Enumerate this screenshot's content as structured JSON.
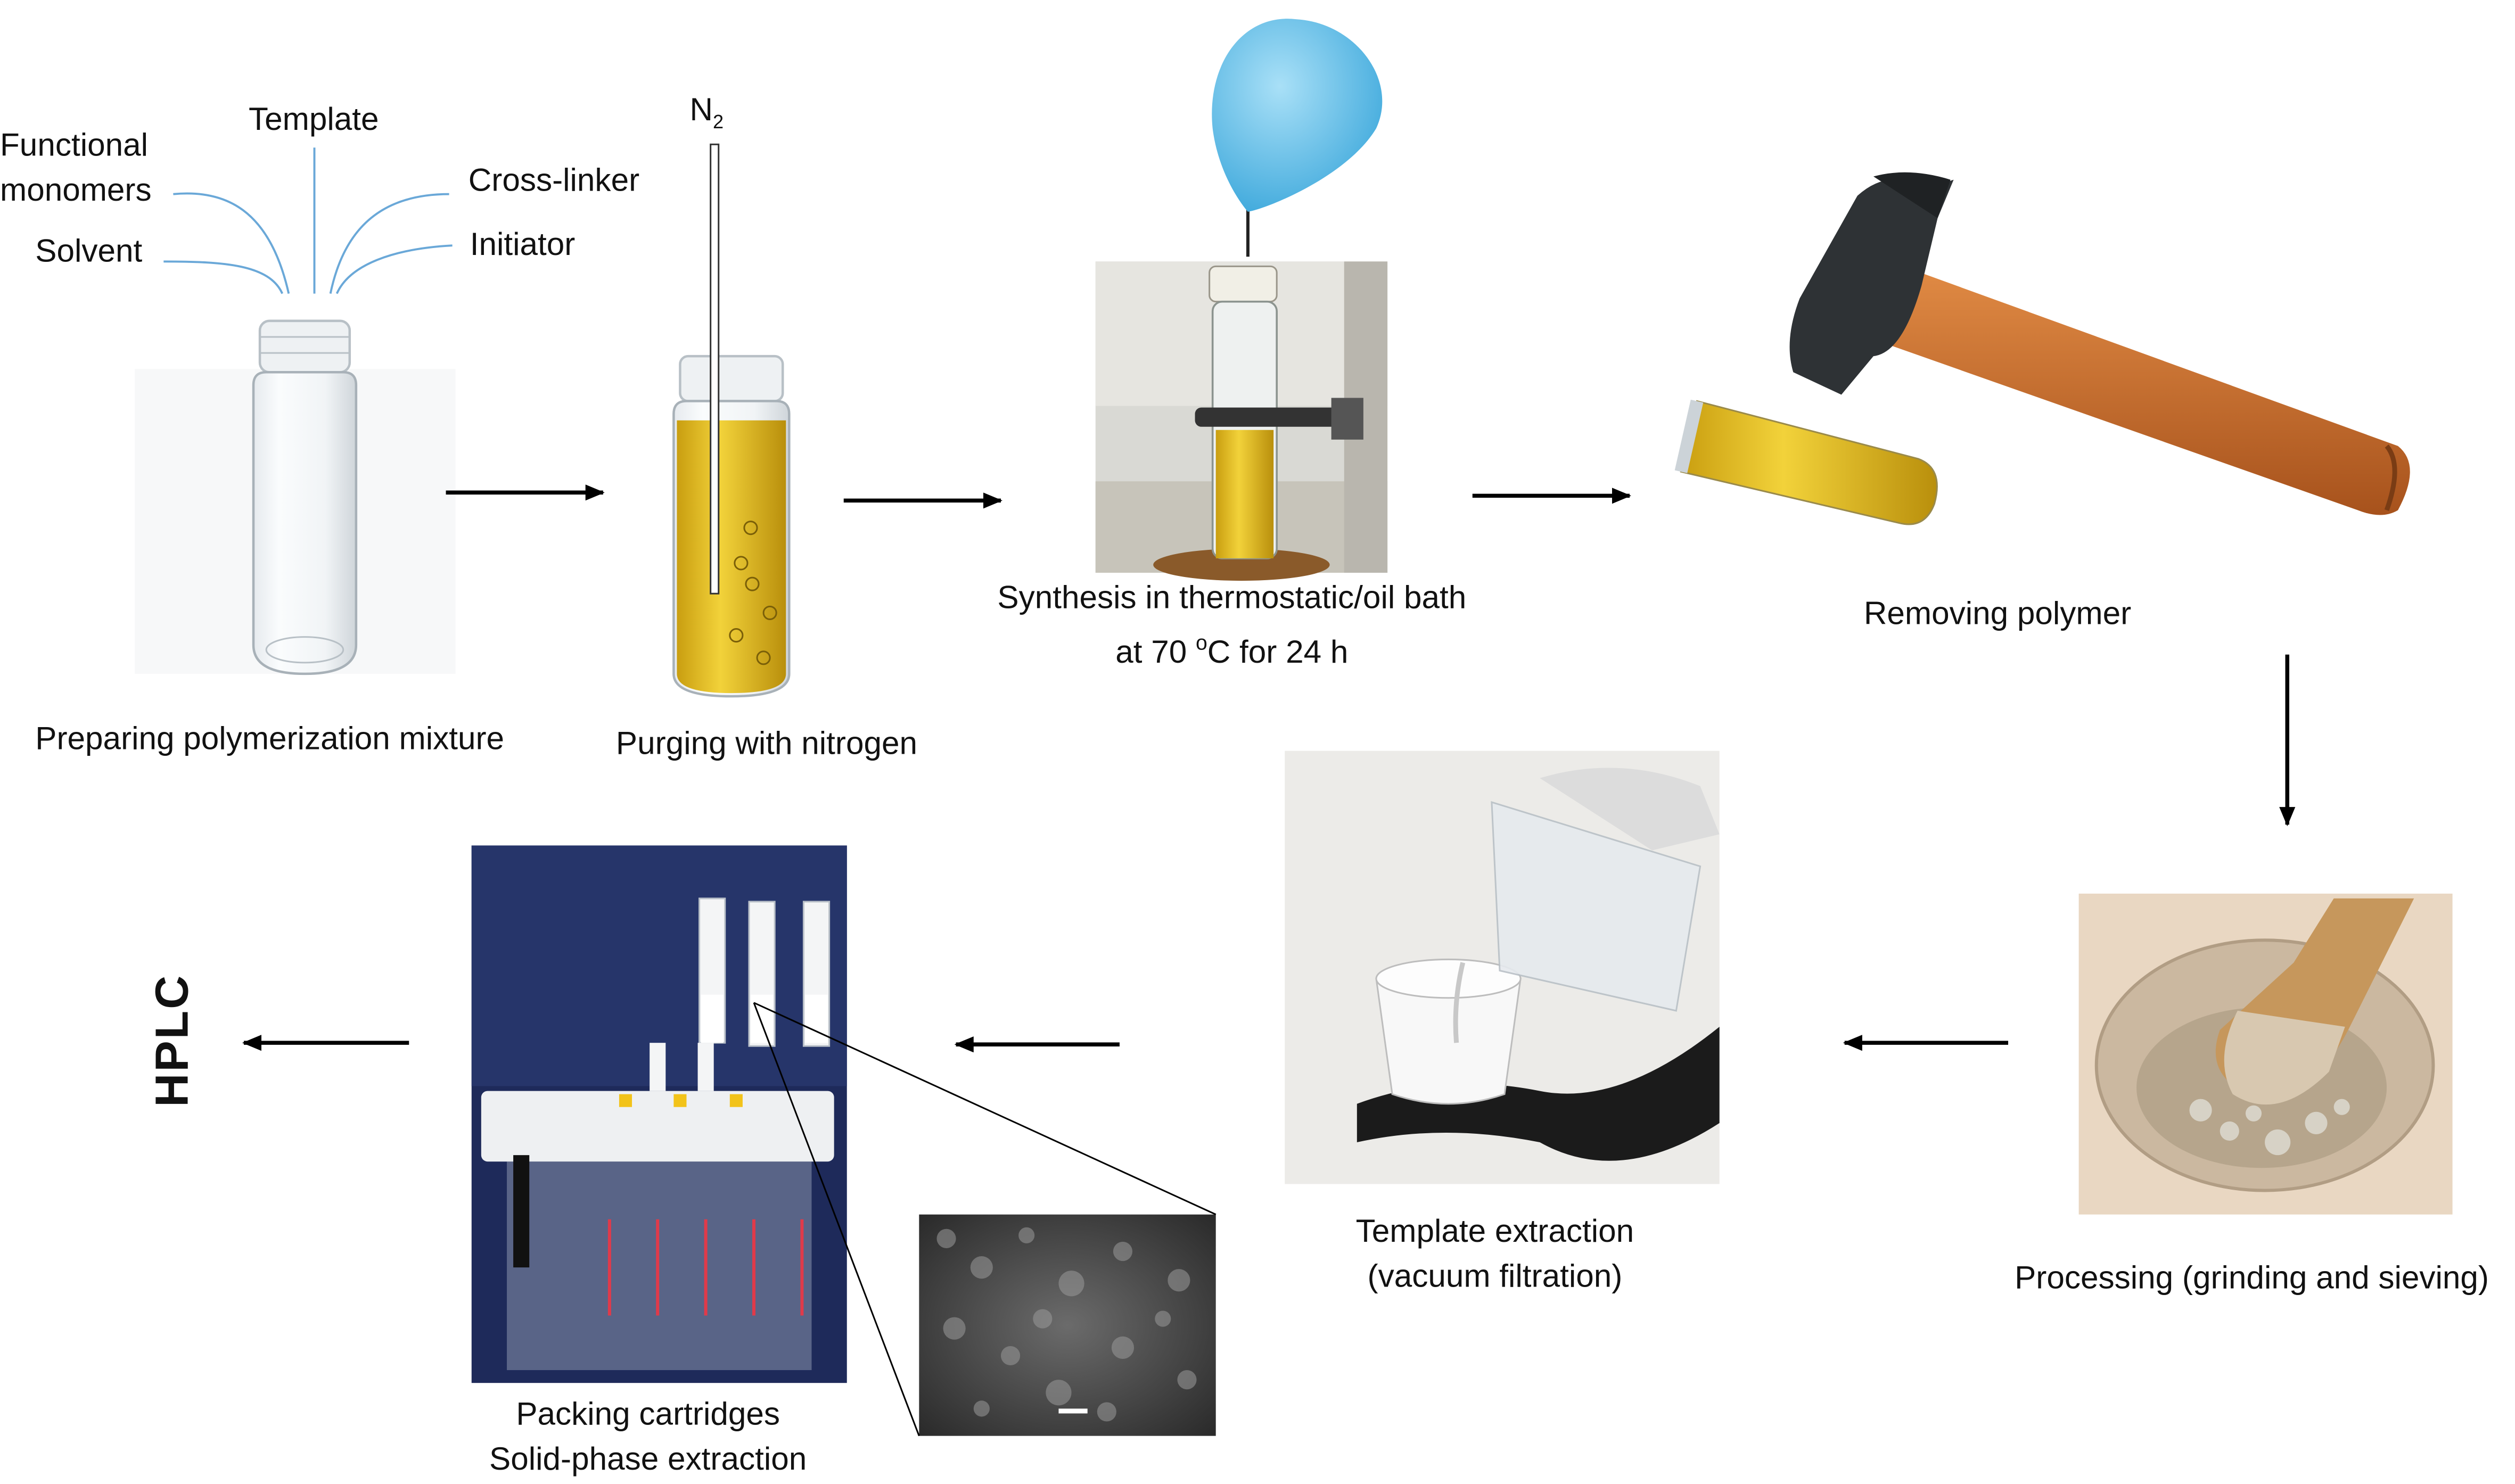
{
  "inputs": {
    "functional": "Functional",
    "monomers": "monomers",
    "template": "Template",
    "crosslinker": "Cross-linker",
    "solvent": "Solvent",
    "initiator": "Initiator",
    "n2_main": "N",
    "n2_sub": "2"
  },
  "steps": {
    "prepare": "Preparing polymerization mixture",
    "purge": "Purging with nitrogen",
    "synthesis_line1": "Synthesis in thermostatic/oil bath",
    "synthesis_line2_pre": "at 70 ",
    "synthesis_line2_sup": "o",
    "synthesis_line2_post": "C for 24 h",
    "remove": "Removing polymer",
    "process": "Processing (grinding and sieving)",
    "extraction_line1": "Template extraction",
    "extraction_line2": "(vacuum filtration)",
    "packing_line1": "Packing cartridges",
    "packing_line2": "Solid-phase extraction",
    "hplc": "HPLC"
  },
  "colors": {
    "liquid_yellow": "#d9b413",
    "balloon_blue": "#5bbce8",
    "feed_lines": "#6aa8d8",
    "hammer_handle": "#c8692a",
    "mortar": "#cbb8a0"
  }
}
